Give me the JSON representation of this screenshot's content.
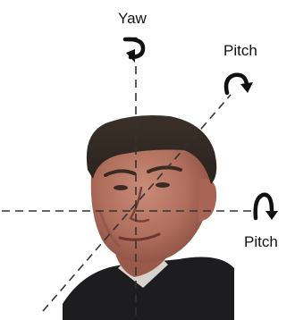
{
  "diagram": {
    "labels": {
      "yaw": "Yaw",
      "pitch_diagonal": "Pitch",
      "pitch_horizontal": "Pitch"
    },
    "axes": [
      {
        "name": "vertical-axis",
        "style": "dashed"
      },
      {
        "name": "horizontal-axis",
        "style": "dashed"
      },
      {
        "name": "diagonal-axis",
        "style": "dashed"
      }
    ],
    "icons": [
      "yaw-rotation-arrow-icon",
      "diagonal-rotation-arrow-icon",
      "horizontal-rotation-arrow-icon"
    ],
    "image": "head-photo",
    "colors": {
      "background": "#ffffff",
      "axis": "#333333",
      "arrow": "#111111"
    }
  }
}
